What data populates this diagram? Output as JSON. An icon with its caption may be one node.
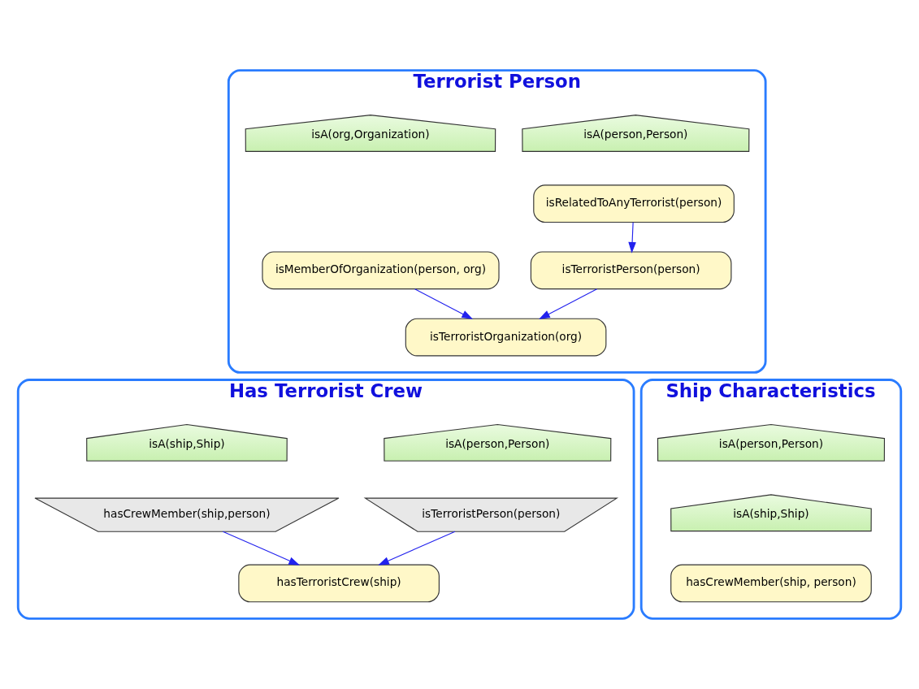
{
  "diagram": {
    "nodes": [
      {
        "text": [
          "Terrorist Person"
        ]
      },
      {
        "text": [
          "isA(person,Person)"
        ],
        "in": 0
      },
      {
        "text": [
          "isA(org,Organization)"
        ],
        "in": 0
      },
      {
        "text": [
          "isRelatedToAnyTerrorist(person)"
        ],
        "in": 0
      },
      {
        "text": [
          "isTerroristPerson(person)"
        ],
        "in": 0
      },
      {
        "text": [
          "isMemberOfOrganization(person, org)"
        ],
        "in": 0
      },
      {
        "text": [
          "isTerroristOrganization(org)"
        ],
        "in": 0
      },
      {
        "text": [
          "Has Terrorist Crew"
        ]
      },
      {
        "text": [
          "isA(person,Person)"
        ],
        "in": 7
      },
      {
        "text": [
          "isA(ship,Ship)"
        ],
        "in": 7
      },
      {
        "text": [
          "isTerroristPerson(person)"
        ],
        "in": 7
      },
      {
        "text": [
          "hasCrewMember(ship,person)"
        ],
        "in": 7
      },
      {
        "text": [
          "hasTerroristCrew(ship)"
        ],
        "in": 7
      },
      {
        "text": [
          "Ship Characteristics"
        ]
      },
      {
        "text": [
          "isA(person,Person)"
        ],
        "in": 13
      },
      {
        "text": [
          "isA(ship,Ship)"
        ],
        "in": 13
      },
      {
        "text": [
          "hasCrewMember(ship, person)"
        ],
        "in": 13
      }
    ],
    "edges": [
      {
        "from": 3,
        "to": 4,
        "arrow": "to"
      },
      {
        "from": 4,
        "to": 6,
        "arrow": "to"
      },
      {
        "from": 5,
        "to": 6,
        "arrow": "to"
      },
      {
        "from": 10,
        "to": 12,
        "arrow": "to"
      },
      {
        "from": 11,
        "to": 12,
        "arrow": "to"
      }
    ]
  }
}
